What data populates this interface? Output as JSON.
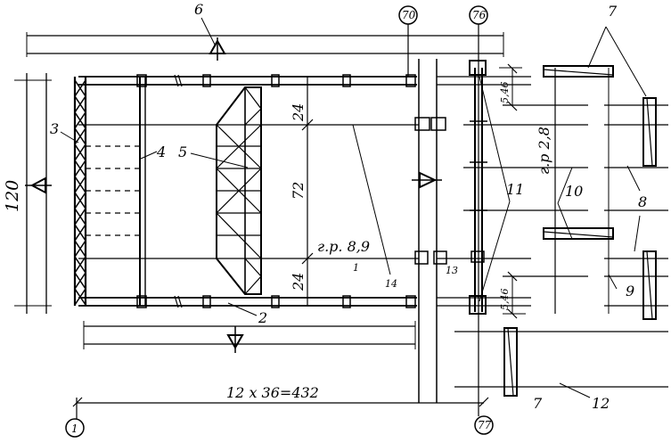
{
  "axis_labels": {
    "axis_70": "70",
    "axis_76": "76",
    "axis_77": "77",
    "axis_1": "1"
  },
  "callouts": {
    "c1": "1",
    "c2": "2",
    "c3": "3",
    "c4": "4",
    "c5": "5",
    "c6": "6",
    "c7_top": "7",
    "c7_bottom": "7",
    "c8": "8",
    "c9": "9",
    "c10": "10",
    "c11": "11",
    "c12": "12",
    "c13": "13",
    "c14": "14"
  },
  "dimensions": {
    "overall_width": "120",
    "span_top": "24",
    "span_middle": "72",
    "span_bottom": "24",
    "gap_top": "5,46",
    "gap_bottom": "5,46",
    "length_total": "12 x 36=432"
  },
  "annotations": {
    "crane_load_left": "г.р. 8,9",
    "crane_load_right": "г.р 2,8"
  }
}
